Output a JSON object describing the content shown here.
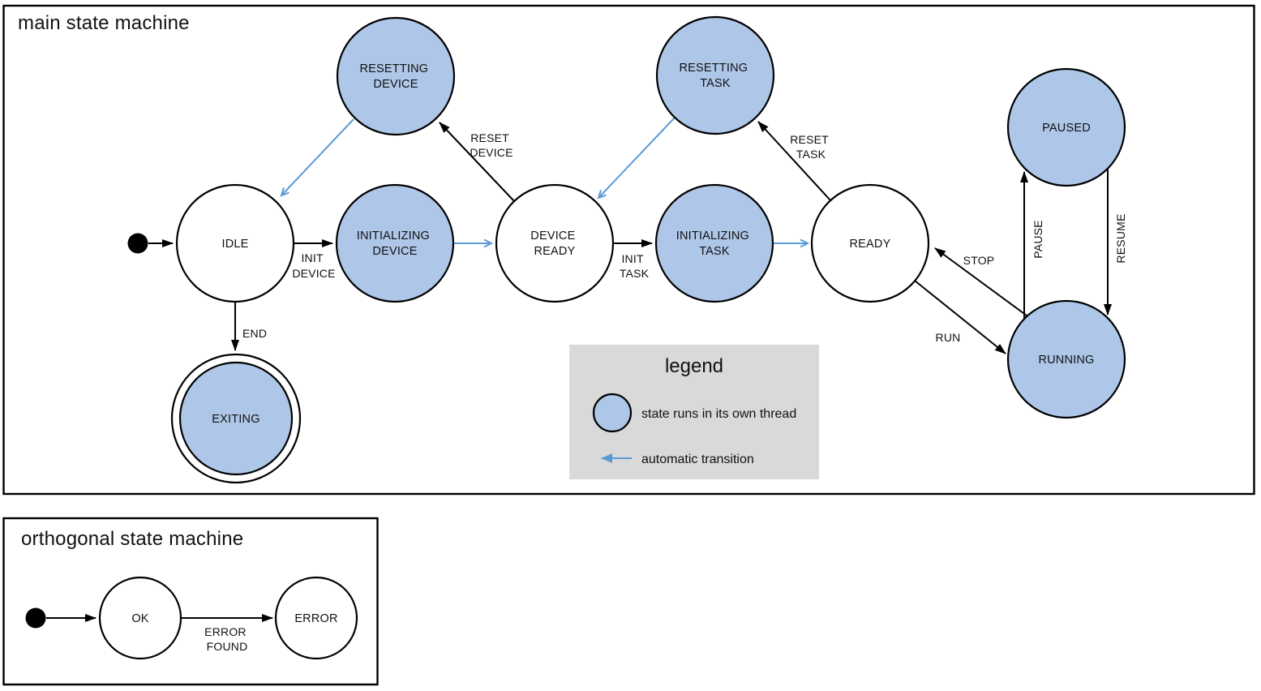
{
  "main": {
    "title": "main state machine",
    "states": {
      "idle": {
        "label": "IDLE"
      },
      "resetting_device": {
        "line1": "RESETTING",
        "line2": "DEVICE"
      },
      "initializing_device": {
        "line1": "INITIALIZING",
        "line2": "DEVICE"
      },
      "device_ready": {
        "line1": "DEVICE",
        "line2": "READY"
      },
      "resetting_task": {
        "line1": "RESETTING",
        "line2": "TASK"
      },
      "initializing_task": {
        "line1": "INITIALIZING",
        "line2": "TASK"
      },
      "ready": {
        "label": "READY"
      },
      "paused": {
        "label": "PAUSED"
      },
      "running": {
        "label": "RUNNING"
      },
      "exiting": {
        "label": "EXITING"
      }
    },
    "transitions": {
      "init_device": {
        "line1": "INIT",
        "line2": "DEVICE"
      },
      "reset_device": {
        "line1": "RESET",
        "line2": "DEVICE"
      },
      "init_task": {
        "line1": "INIT",
        "line2": "TASK"
      },
      "reset_task": {
        "line1": "RESET",
        "line2": "TASK"
      },
      "end": {
        "label": "END"
      },
      "stop": {
        "label": "STOP"
      },
      "run": {
        "label": "RUN"
      },
      "pause": {
        "label": "PAUSE"
      },
      "resume": {
        "label": "RESUME"
      }
    }
  },
  "legend": {
    "title": "legend",
    "thread_item": "state runs in its own thread",
    "auto_item": "automatic transition"
  },
  "orthogonal": {
    "title": "orthogonal state machine",
    "states": {
      "ok": {
        "label": "OK"
      },
      "error": {
        "label": "ERROR"
      }
    },
    "transitions": {
      "error_found": {
        "line1": "ERROR",
        "line2": "FOUND"
      }
    }
  },
  "colors": {
    "threaded_state_fill": "#aec6e8",
    "plain_state_fill": "#ffffff",
    "auto_transition_blue": "#5b9bd5",
    "legend_background": "#d9d9d9",
    "line_black": "#000000"
  }
}
